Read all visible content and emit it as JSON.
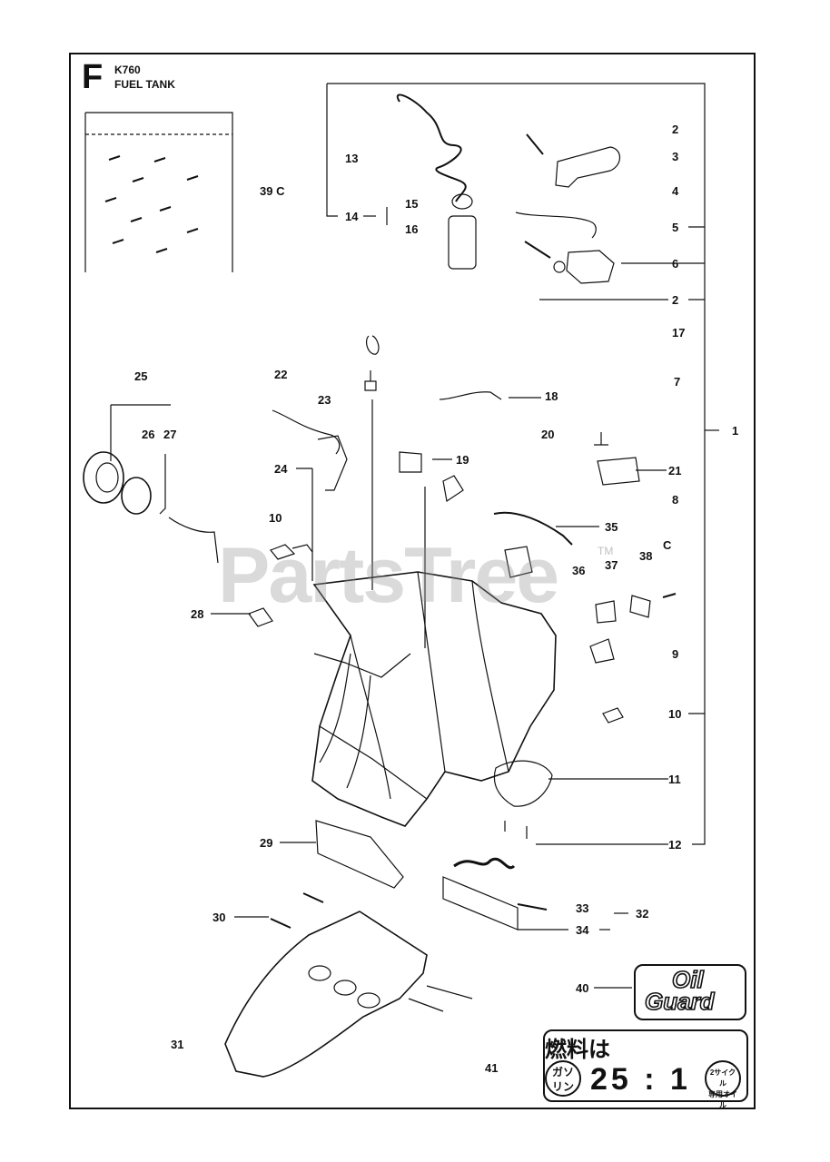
{
  "header": {
    "letter": "F",
    "model": "K760",
    "title": "FUEL TANK"
  },
  "labels": [
    {
      "text": "2"
    },
    {
      "text": "3"
    },
    {
      "text": "4"
    },
    {
      "text": "5"
    },
    {
      "text": "6"
    },
    {
      "text": "2"
    },
    {
      "text": "17"
    },
    {
      "text": "7"
    },
    {
      "text": "1"
    },
    {
      "text": "20"
    },
    {
      "text": "21"
    },
    {
      "text": "8"
    },
    {
      "text": "35"
    },
    {
      "text": "C"
    },
    {
      "text": "38"
    },
    {
      "text": "37"
    },
    {
      "text": "36"
    },
    {
      "text": "9"
    },
    {
      "text": "10"
    },
    {
      "text": "11"
    },
    {
      "text": "12"
    },
    {
      "text": "13"
    },
    {
      "text": "14"
    },
    {
      "text": "15"
    },
    {
      "text": "16"
    },
    {
      "text": "39  C"
    },
    {
      "text": "25"
    },
    {
      "text": "22"
    },
    {
      "text": "23"
    },
    {
      "text": "18"
    },
    {
      "text": "26"
    },
    {
      "text": "27"
    },
    {
      "text": "24"
    },
    {
      "text": "19"
    },
    {
      "text": "10"
    },
    {
      "text": "28"
    },
    {
      "text": "29"
    },
    {
      "text": "33"
    },
    {
      "text": "32"
    },
    {
      "text": "30"
    },
    {
      "text": "34"
    },
    {
      "text": "40"
    },
    {
      "text": "31"
    },
    {
      "text": "41"
    }
  ],
  "watermark": {
    "text": "PartsTree",
    "tm": "TM"
  },
  "oil_logo": {
    "line1": "Oil",
    "line2": "Guard"
  },
  "fuel_label": {
    "jp_text": "燃料は",
    "left_badge_top": "ガソ",
    "left_badge_bottom": "リン",
    "ratio": "25 : 1",
    "right_badge_top": "2サイクル",
    "right_badge_bottom": "専用オイル"
  },
  "colors": {
    "ink": "#111111",
    "paper": "#ffffff",
    "watermark": "#969696"
  }
}
